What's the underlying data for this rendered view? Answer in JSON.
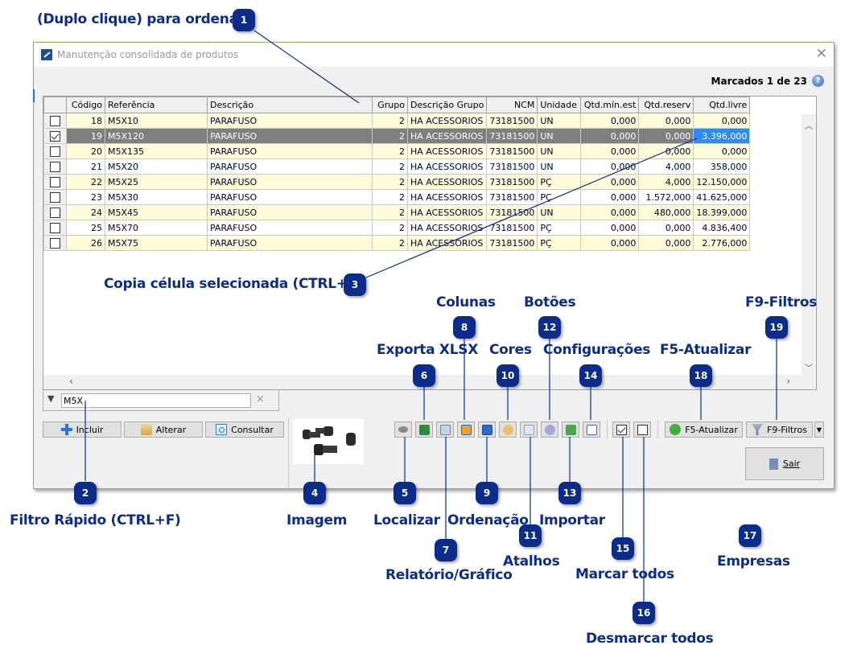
{
  "window": {
    "title": "Manutenção consolidada de produtos",
    "marked_status": "Marcados 1 de 23",
    "help_icon": "?",
    "close_icon": "✕"
  },
  "grid": {
    "columns": [
      "",
      "Código",
      "Referência",
      "Descrição",
      "Grupo",
      "Descrição Grupo",
      "NCM",
      "Unidade",
      "Qtd.mín.est",
      "Qtd.reserv",
      "Qtd.livre"
    ],
    "rows": [
      {
        "checked": false,
        "codigo": "18",
        "referencia": "M5X10",
        "descricao": "PARAFUSO",
        "grupo": "2",
        "descricao_grupo": "HA ACESSORIOS",
        "ncm": "73181500",
        "unidade": "UN",
        "qtd_min_est": "0,000",
        "qtd_reserv": "0,000",
        "qtd_livre": "0,000",
        "style": "yellow"
      },
      {
        "checked": true,
        "codigo": "19",
        "referencia": "M5X120",
        "descricao": "PARAFUSO",
        "grupo": "2",
        "descricao_grupo": "HA ACESSORIOS",
        "ncm": "73181500",
        "unidade": "UN",
        "qtd_min_est": "0,000",
        "qtd_reserv": "0,000",
        "qtd_livre": "3.396,000",
        "style": "sel"
      },
      {
        "checked": false,
        "codigo": "20",
        "referencia": "M5X135",
        "descricao": "PARAFUSO",
        "grupo": "2",
        "descricao_grupo": "HA ACESSORIOS",
        "ncm": "73181500",
        "unidade": "UN",
        "qtd_min_est": "0,000",
        "qtd_reserv": "0,000",
        "qtd_livre": "0,000",
        "style": "yellow"
      },
      {
        "checked": false,
        "codigo": "21",
        "referencia": "M5X20",
        "descricao": "PARAFUSO",
        "grupo": "2",
        "descricao_grupo": "HA ACESSORIOS",
        "ncm": "73181500",
        "unidade": "UN",
        "qtd_min_est": "0,000",
        "qtd_reserv": "4,000",
        "qtd_livre": "358,000",
        "style": "white"
      },
      {
        "checked": false,
        "codigo": "22",
        "referencia": "M5X25",
        "descricao": "PARAFUSO",
        "grupo": "2",
        "descricao_grupo": "HA ACESSORIOS",
        "ncm": "73181500",
        "unidade": "PÇ",
        "qtd_min_est": "0,000",
        "qtd_reserv": "4,000",
        "qtd_livre": "12.150,000",
        "style": "yellow"
      },
      {
        "checked": false,
        "codigo": "23",
        "referencia": "M5X30",
        "descricao": "PARAFUSO",
        "grupo": "2",
        "descricao_grupo": "HA ACESSORIOS",
        "ncm": "73181500",
        "unidade": "PÇ",
        "qtd_min_est": "0,000",
        "qtd_reserv": "1.572,000",
        "qtd_livre": "41.625,000",
        "style": "white"
      },
      {
        "checked": false,
        "codigo": "24",
        "referencia": "M5X45",
        "descricao": "PARAFUSO",
        "grupo": "2",
        "descricao_grupo": "HA ACESSORIOS",
        "ncm": "73181500",
        "unidade": "UN",
        "qtd_min_est": "0,000",
        "qtd_reserv": "480,000",
        "qtd_livre": "18.399,000",
        "style": "yellow"
      },
      {
        "checked": false,
        "codigo": "25",
        "referencia": "M5X70",
        "descricao": "PARAFUSO",
        "grupo": "2",
        "descricao_grupo": "HA ACESSORIOS",
        "ncm": "73181500",
        "unidade": "PÇ",
        "qtd_min_est": "0,000",
        "qtd_reserv": "0,000",
        "qtd_livre": "4.836,400",
        "style": "white"
      },
      {
        "checked": false,
        "codigo": "26",
        "referencia": "M5X75",
        "descricao": "PARAFUSO",
        "grupo": "2",
        "descricao_grupo": "HA ACESSORIOS",
        "ncm": "73181500",
        "unidade": "PÇ",
        "qtd_min_est": "0,000",
        "qtd_reserv": "0,000",
        "qtd_livre": "2.776,000",
        "style": "yellow"
      }
    ]
  },
  "filter": {
    "value": "M5X",
    "icon": "funnel-icon",
    "clear": "×"
  },
  "buttons": {
    "incluir": "Incluir",
    "alterar": "Alterar",
    "consultar": "Consultar",
    "atualizar": "F5-Atualizar",
    "filtros": "F9-Filtros",
    "sair": "Sair"
  },
  "toolbar_icons": [
    "binoculars-icon",
    "excel-icon",
    "report-icon",
    "columns-icon",
    "sort-icon",
    "palette-icon",
    "shortcuts-icon",
    "gear-icon",
    "import-icon",
    "checklist-icon"
  ],
  "colors": {
    "annotation": "#0b2c8a",
    "row_yellow": "#fffcd9",
    "row_selected": "#7f7f7f",
    "cell_focus": "#2f8ceb"
  },
  "annotations": [
    {
      "n": "1",
      "label": "(Duplo clique) para ordenar"
    },
    {
      "n": "2",
      "label": "Filtro Rápido (CTRL+F)"
    },
    {
      "n": "3",
      "label": "Copia célula selecionada (CTRL+C)"
    },
    {
      "n": "4",
      "label": "Imagem"
    },
    {
      "n": "5",
      "label": "Localizar"
    },
    {
      "n": "6",
      "label": "Exporta XLSX"
    },
    {
      "n": "7",
      "label": "Relatório/Gráfico"
    },
    {
      "n": "8",
      "label": "Colunas"
    },
    {
      "n": "9",
      "label": "Ordenação"
    },
    {
      "n": "10",
      "label": "Cores"
    },
    {
      "n": "11",
      "label": "Atalhos"
    },
    {
      "n": "12",
      "label": "Botões"
    },
    {
      "n": "13",
      "label": "Importar"
    },
    {
      "n": "14",
      "label": "Configurações"
    },
    {
      "n": "15",
      "label": "Marcar todos"
    },
    {
      "n": "16",
      "label": "Desmarcar todos"
    },
    {
      "n": "17",
      "label": "Empresas"
    },
    {
      "n": "18",
      "label": "F5-Atualizar"
    },
    {
      "n": "19",
      "label": "F9-Filtros"
    }
  ]
}
